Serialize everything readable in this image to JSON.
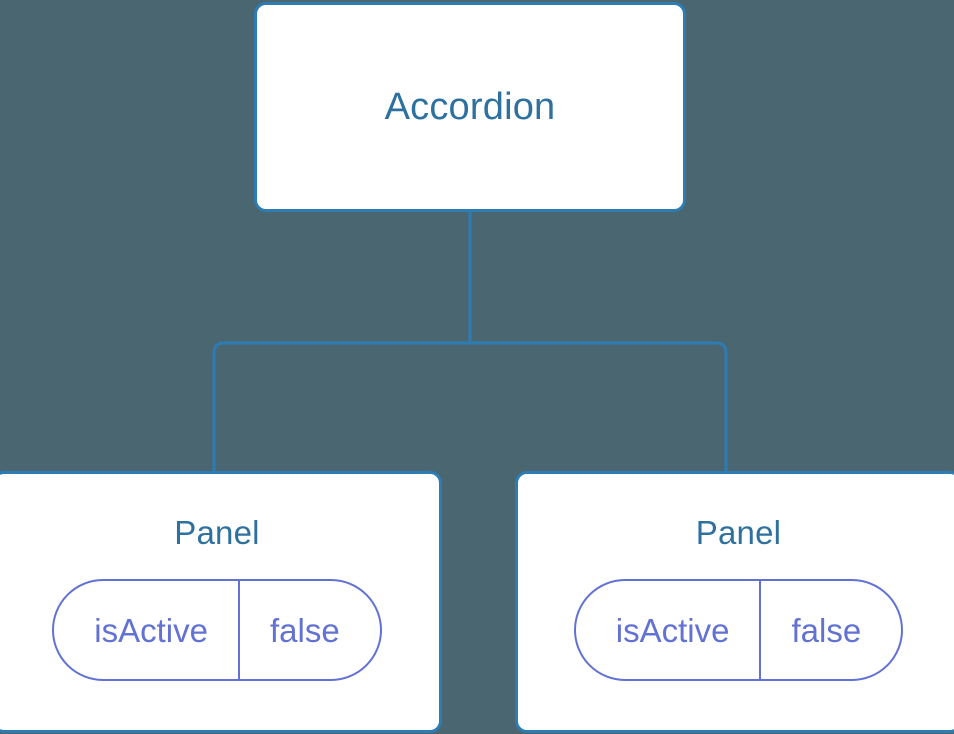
{
  "diagram": {
    "type": "component-tree",
    "background_color": "#4a6670",
    "node_border_color": "#2d7cb3",
    "node_fill_color": "#ffffff",
    "node_title_color": "#2e719f",
    "connector_color": "#2d7cb3",
    "pill_color": "#6272d4",
    "root": {
      "title": "Accordion"
    },
    "children": [
      {
        "title": "Panel",
        "state": {
          "key": "isActive",
          "value": "false"
        }
      },
      {
        "title": "Panel",
        "state": {
          "key": "isActive",
          "value": "false"
        }
      }
    ]
  }
}
